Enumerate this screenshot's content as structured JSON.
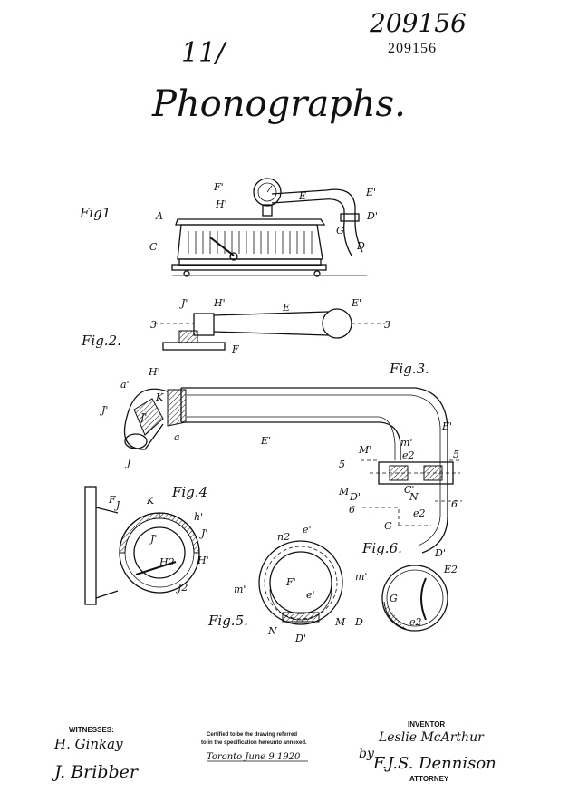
{
  "header": {
    "number_handwritten": "209156",
    "number_stamped": "209156",
    "class_mark": "11/",
    "title": "Phonographs."
  },
  "figures": {
    "fig1": {
      "caption": "Fig1",
      "labels": [
        "F'",
        "H'",
        "E",
        "E'",
        "A",
        "D'",
        "G",
        "C",
        "D"
      ]
    },
    "fig2": {
      "caption": "Fig.2.",
      "labels": [
        "J'",
        "H'",
        "E",
        "E'",
        "3",
        "3",
        "F"
      ]
    },
    "fig3": {
      "caption": "Fig.3.",
      "labels": [
        "H'",
        "a'",
        "K",
        "J'",
        "J'",
        "J",
        "E'",
        "E'",
        "m'",
        "M'",
        "e2",
        "5",
        "5",
        "C'",
        "N",
        "M",
        "D'",
        "6",
        "6",
        "G",
        "e2"
      ]
    },
    "fig4": {
      "caption": "Fig.4",
      "labels": [
        "F",
        "J",
        "K",
        "h'",
        "J'",
        "J'",
        "H2",
        "H'",
        "J2"
      ]
    },
    "fig5": {
      "caption": "Fig.5.",
      "labels": [
        "n2",
        "e'",
        "m'",
        "F'",
        "e'",
        "m'",
        "N",
        "D'",
        "M",
        "D"
      ]
    },
    "fig6": {
      "caption": "Fig.6.",
      "labels": [
        "D'",
        "E2",
        "G",
        "e2"
      ]
    }
  },
  "footer": {
    "witnesses_heading": "WITNESSES:",
    "witness_1": "H. Ginkay",
    "witness_2": "J. Bribber",
    "certified_line_1": "Certified to be the drawing referred",
    "certified_line_2": "to in the specification hereunto annexed.",
    "certified_place_date": "Toronto  June 9  1920",
    "inventor_heading": "INVENTOR",
    "inventor_name": "Leslie McArthur",
    "by": "by",
    "attorney_name": "F.J.S. Dennison",
    "attorney_heading": "ATTORNEY"
  }
}
